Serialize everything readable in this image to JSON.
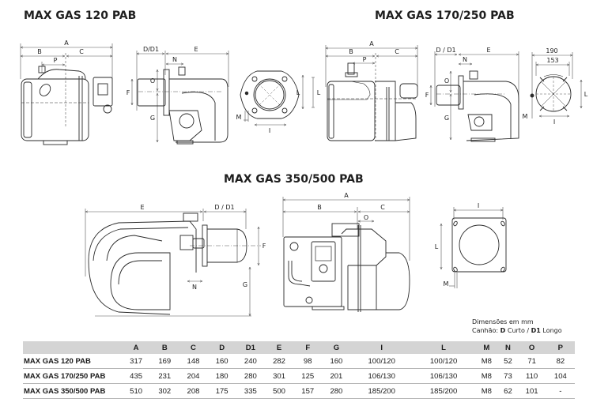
{
  "titles": {
    "model_120": "MAX GAS 120 PAB",
    "model_170_250": "MAX GAS 170/250 PAB",
    "model_350_500": "MAX GAS 350/500 PAB"
  },
  "dimension_labels": {
    "a": "A",
    "b": "B",
    "c": "C",
    "p": "P",
    "d_d1": "D/D1",
    "d_d1_spaced": "D / D1",
    "e": "E",
    "n": "N",
    "o": "O",
    "f": "F",
    "g": "G",
    "l": "L",
    "m": "M",
    "i": "I",
    "w190": "190",
    "w153": "153"
  },
  "notes": {
    "units": "Dimensões em mm",
    "cannon_prefix": "Canhão: ",
    "d": "D",
    "short": " Curto / ",
    "d1": "D1",
    "long": " Longo"
  },
  "table": {
    "headers": [
      "",
      "A",
      "B",
      "C",
      "D",
      "D1",
      "E",
      "F",
      "G",
      "I",
      "L",
      "M",
      "N",
      "O",
      "P"
    ],
    "rows": [
      [
        "MAX GAS 120 PAB",
        "317",
        "169",
        "148",
        "160",
        "240",
        "282",
        "98",
        "160",
        "100/120",
        "100/120",
        "M8",
        "52",
        "71",
        "82"
      ],
      [
        "MAX GAS 170/250 PAB",
        "435",
        "231",
        "204",
        "180",
        "280",
        "301",
        "125",
        "201",
        "106/130",
        "106/130",
        "M8",
        "73",
        "110",
        "104"
      ],
      [
        "MAX GAS 350/500 PAB",
        "510",
        "302",
        "208",
        "175",
        "335",
        "500",
        "157",
        "280",
        "185/200",
        "185/200",
        "M8",
        "62",
        "101",
        "-"
      ]
    ]
  },
  "colors": {
    "header_bg": "#d4d4d4",
    "line": "#2a2a2a",
    "dim_line": "#555555"
  }
}
